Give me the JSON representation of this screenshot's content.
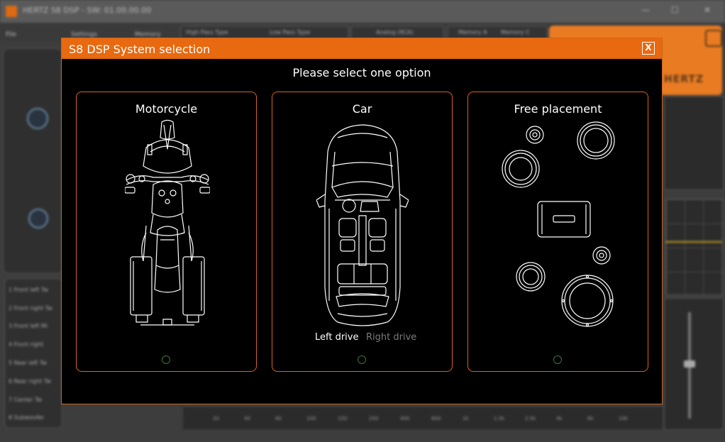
{
  "background_app": {
    "title": "HERTZ S8 DSP - SW: 01.00.00.00",
    "window_controls": {
      "minimize": "—",
      "maximize": "☐",
      "close": "✕"
    },
    "menus": [
      "File",
      "Settings",
      "Memory"
    ],
    "tabs": [
      "High Pass Type",
      "Low Pass Type",
      "Analog (RCA)",
      "Memory A",
      "Memory C"
    ],
    "brand": "HERTZ",
    "channels": [
      "1 Front left Tw",
      "2 Front right Tw",
      "3 Front left Mi",
      "4 Front right",
      "5 Rear left Tw",
      "6 Rear right Tw",
      "7 Center Tw",
      "8 Subwoofer"
    ],
    "bottom_labels": [
      "20",
      "40",
      "60",
      "100",
      "150",
      "250",
      "400",
      "600",
      "1k",
      "1.5k",
      "2.5k",
      "4k",
      "6k",
      "10k"
    ]
  },
  "dialog": {
    "title": "S8 DSP System selection",
    "close_label": "X",
    "prompt": "Please select one option",
    "options": [
      {
        "title": "Motorcycle",
        "selected": false
      },
      {
        "title": "Car",
        "selected": false
      },
      {
        "title": "Free placement",
        "selected": false
      }
    ],
    "drive": {
      "left_label": "Left drive",
      "right_label": "Right drive",
      "active": "left"
    }
  },
  "colors": {
    "accent": "#e8690f",
    "card_border": "#d5651d",
    "radio_border": "#3a7a3a",
    "inactive_text": "#7a7a7a",
    "dialog_background": "#000000"
  }
}
